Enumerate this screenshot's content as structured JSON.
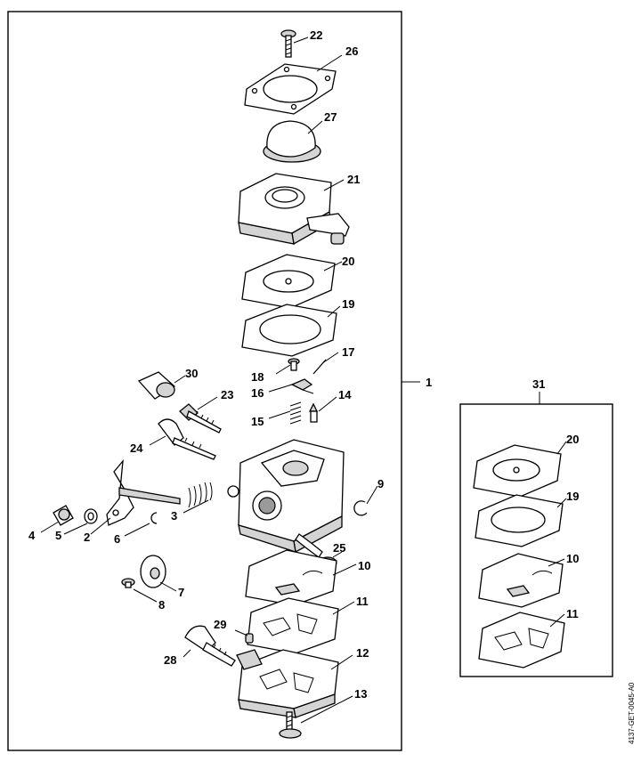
{
  "diagram": {
    "reference_code": "4137-GET-0045-A0",
    "main_assembly_label": "1",
    "kit_label": "31",
    "callouts": {
      "c22": "22",
      "c26": "26",
      "c27": "27",
      "c21": "21",
      "c20": "20",
      "c19": "19",
      "c17": "17",
      "c18": "18",
      "c16": "16",
      "c14": "14",
      "c15": "15",
      "c30": "30",
      "c23": "23",
      "c24": "24",
      "c9": "9",
      "c3": "3",
      "c4": "4",
      "c5": "5",
      "c2": "2",
      "c6": "6",
      "c25": "25",
      "c10": "10",
      "c7": "7",
      "c8": "8",
      "c11": "11",
      "c29": "29",
      "c28": "28",
      "c12": "12",
      "c13": "13"
    },
    "kit_callouts": {
      "k20": "20",
      "k19": "19",
      "k10": "10",
      "k11": "11"
    }
  }
}
